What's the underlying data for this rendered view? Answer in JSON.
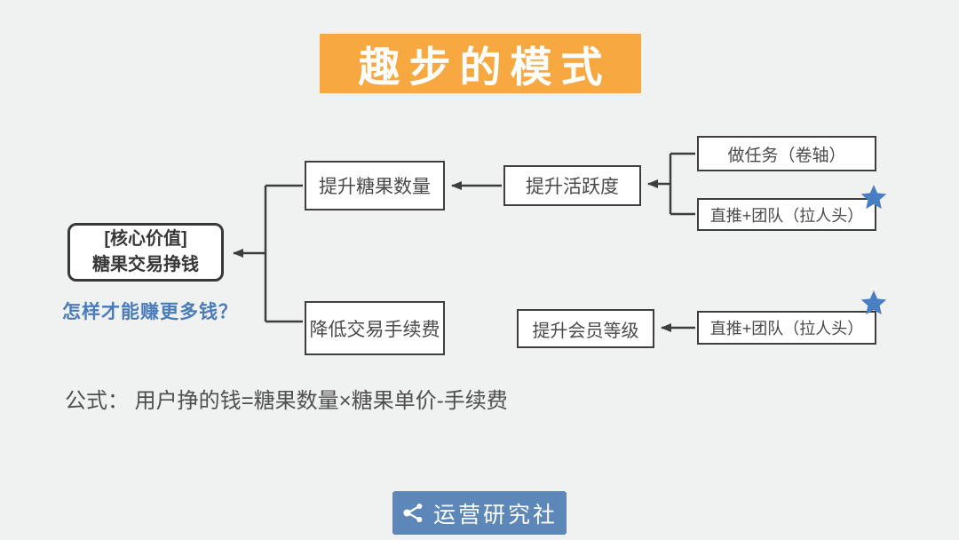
{
  "slide": {
    "title": "趣步的模式",
    "question": "怎样才能赚更多钱？",
    "formula": "公式： 用户挣的钱=糖果数量×糖果单价-手续费"
  },
  "diagram": {
    "core": {
      "line1": "[核心价值]",
      "line2": "糖果交易挣钱"
    },
    "nodes": {
      "candy": "提升糖果数量",
      "activity": "提升活跃度",
      "tasks": "做任务（卷轴）",
      "push_top": "直推+团队（拉人头）",
      "fee": "降低交易手续费",
      "member": "提升会员等级",
      "push_bottom": "直推+团队（拉人头）"
    },
    "icons": {
      "star": "★"
    }
  },
  "footer": {
    "logo_text": "运营研究社",
    "logo_icon": "share-icon"
  },
  "colors": {
    "background": "#F0F1F1",
    "banner_orange": "#F7A841",
    "title_text": "#FFFFFF",
    "box_border": "#3F3F3F",
    "box_text": "#4A4A4A",
    "question_blue": "#4A7CBA",
    "star_blue": "#4A7EC2",
    "logo_blue": "#5C87B8",
    "connector": "#3D3D3D"
  }
}
